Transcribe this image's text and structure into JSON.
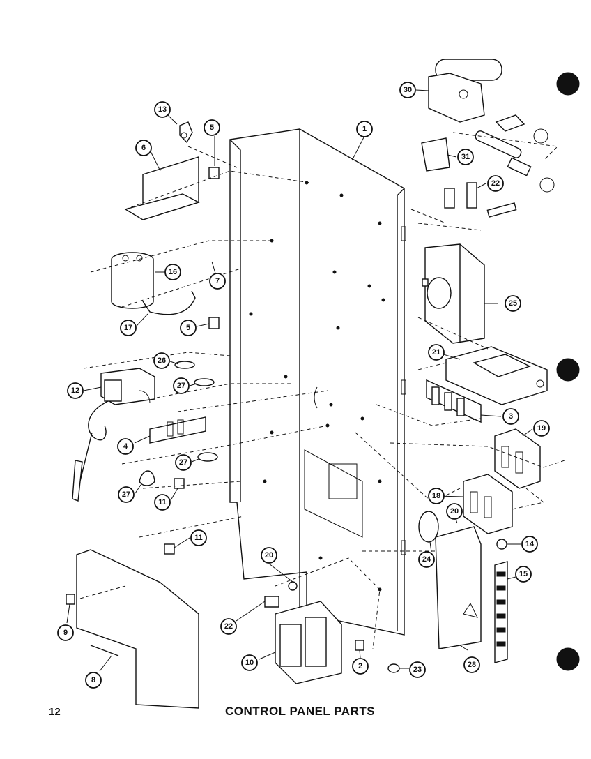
{
  "page": {
    "number": "12",
    "caption": "CONTROL PANEL PARTS"
  },
  "callouts": [
    {
      "id": "c1",
      "label": "1"
    },
    {
      "id": "c2",
      "label": "2"
    },
    {
      "id": "c3",
      "label": "3"
    },
    {
      "id": "c4",
      "label": "4"
    },
    {
      "id": "c5a",
      "label": "5"
    },
    {
      "id": "c5b",
      "label": "5"
    },
    {
      "id": "c6",
      "label": "6"
    },
    {
      "id": "c7",
      "label": "7"
    },
    {
      "id": "c8",
      "label": "8"
    },
    {
      "id": "c9",
      "label": "9"
    },
    {
      "id": "c10",
      "label": "10"
    },
    {
      "id": "c11a",
      "label": "11"
    },
    {
      "id": "c11b",
      "label": "11"
    },
    {
      "id": "c12",
      "label": "12"
    },
    {
      "id": "c13",
      "label": "13"
    },
    {
      "id": "c14",
      "label": "14"
    },
    {
      "id": "c15",
      "label": "15"
    },
    {
      "id": "c16",
      "label": "16"
    },
    {
      "id": "c17",
      "label": "17"
    },
    {
      "id": "c18",
      "label": "18"
    },
    {
      "id": "c19",
      "label": "19"
    },
    {
      "id": "c20a",
      "label": "20"
    },
    {
      "id": "c20b",
      "label": "20"
    },
    {
      "id": "c21",
      "label": "21"
    },
    {
      "id": "c22a",
      "label": "22"
    },
    {
      "id": "c22b",
      "label": "22"
    },
    {
      "id": "c23",
      "label": "23"
    },
    {
      "id": "c24",
      "label": "24"
    },
    {
      "id": "c25",
      "label": "25"
    },
    {
      "id": "c26",
      "label": "26"
    },
    {
      "id": "c27a",
      "label": "27"
    },
    {
      "id": "c27b",
      "label": "27"
    },
    {
      "id": "c27c",
      "label": "27"
    },
    {
      "id": "c28",
      "label": "28"
    },
    {
      "id": "c30",
      "label": "30"
    },
    {
      "id": "c31",
      "label": "31"
    }
  ],
  "colors": {
    "ink": "#111111",
    "paper": "#ffffff"
  }
}
